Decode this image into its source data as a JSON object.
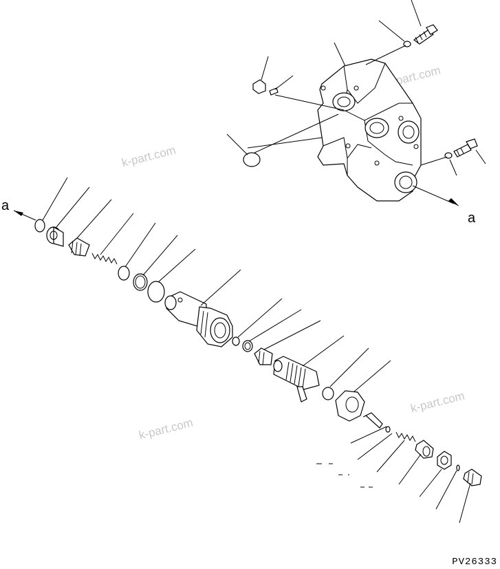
{
  "drawing": {
    "watermarks": [
      "k-part.com",
      "k-part.com",
      "k-part.com",
      "k-part.com"
    ],
    "ref_marks": [
      "a",
      "a"
    ],
    "drawing_code": "PV26333"
  }
}
